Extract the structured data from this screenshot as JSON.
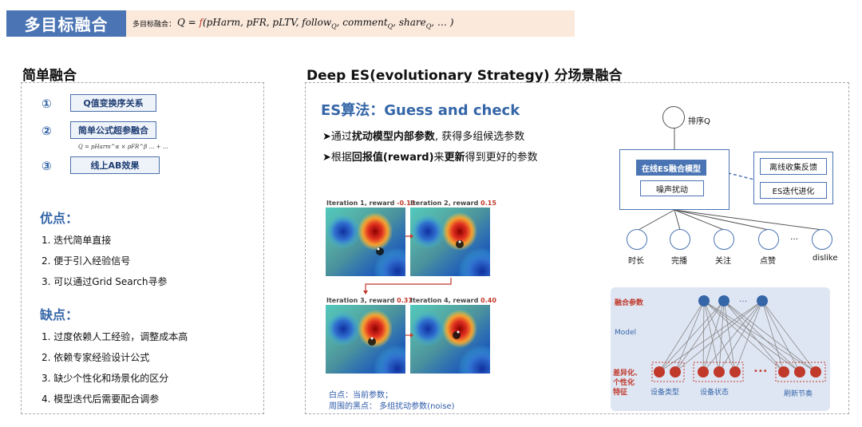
{
  "header": {
    "title": "多目标融合",
    "formula_label": "多目标融合：",
    "formula_lhs": "Q = ",
    "formula_f": "f",
    "formula_args": "(pHarm,  pFR, pLTV,  follow",
    "formula_args2": ",  comment",
    "formula_args3": ", share",
    "formula_args4": ", … )",
    "sub_q": "Q"
  },
  "left": {
    "title": "简单融合",
    "steps": [
      {
        "num": "①",
        "label": "Q值变换序关系"
      },
      {
        "num": "②",
        "label": "简单公式超参融合"
      },
      {
        "num": "③",
        "label": "线上AB效果"
      }
    ],
    "mini_formula": "Q = pHarm^α × pFR^β … + …",
    "pros_title": "优点：",
    "pros": [
      "1. 迭代简单直接",
      "2. 便于引入经验信号",
      "3. 可以通过Grid Search寻参"
    ],
    "cons_title": "缺点：",
    "cons": [
      "1. 过度依赖人工经验，调整成本高",
      "2. 依赖专家经验设计公式",
      "3. 缺少个性化和场景化的区分",
      "4. 模型迭代后需要配合调参"
    ]
  },
  "right": {
    "title": "Deep ES(evolutionary Strategy) 分场景融合",
    "es_title": "ES算法：Guess and check",
    "bullet1_pre": "通过",
    "bullet1_bold": "扰动模型内部参数",
    "bullet1_post": ", 获得多组候选参数",
    "bullet2_pre": "根据",
    "bullet2_bold1": "回报值(reward)",
    "bullet2_mid": "来",
    "bullet2_bold2": "更新",
    "bullet2_post": "得到更好的参数",
    "iterations": [
      {
        "label": "Iteration 1",
        "reward_text": ", reward ",
        "reward": "-0.13"
      },
      {
        "label": "Iteration 2",
        "reward_text": ", reward ",
        "reward": "0.15"
      },
      {
        "label": "Iteration 3",
        "reward_text": ", reward ",
        "reward": "0.31"
      },
      {
        "label": "Iteration 4",
        "reward_text": ", reward ",
        "reward": "0.40"
      }
    ],
    "note1": "白点：当前参数；",
    "note2": "周围的黑点： 多组扰动参数(noise)",
    "diagram": {
      "top_node": "排序Q",
      "model_box": "在线ES融合模型",
      "noise_box": "噪声扰动",
      "side1": "离线收集反馈",
      "side2": "ES迭代进化",
      "leaves": [
        "时长",
        "完播",
        "关注",
        "点赞",
        "dislike"
      ],
      "ellipsis": "…"
    },
    "network": {
      "params_label": "融合参数",
      "model_label": "Model",
      "feature_label": "差异化、\n个性化\n特征",
      "groups": [
        "设备类型",
        "设备状态",
        "刷新节奏"
      ],
      "dots": "…",
      "dots2": "•••"
    }
  }
}
